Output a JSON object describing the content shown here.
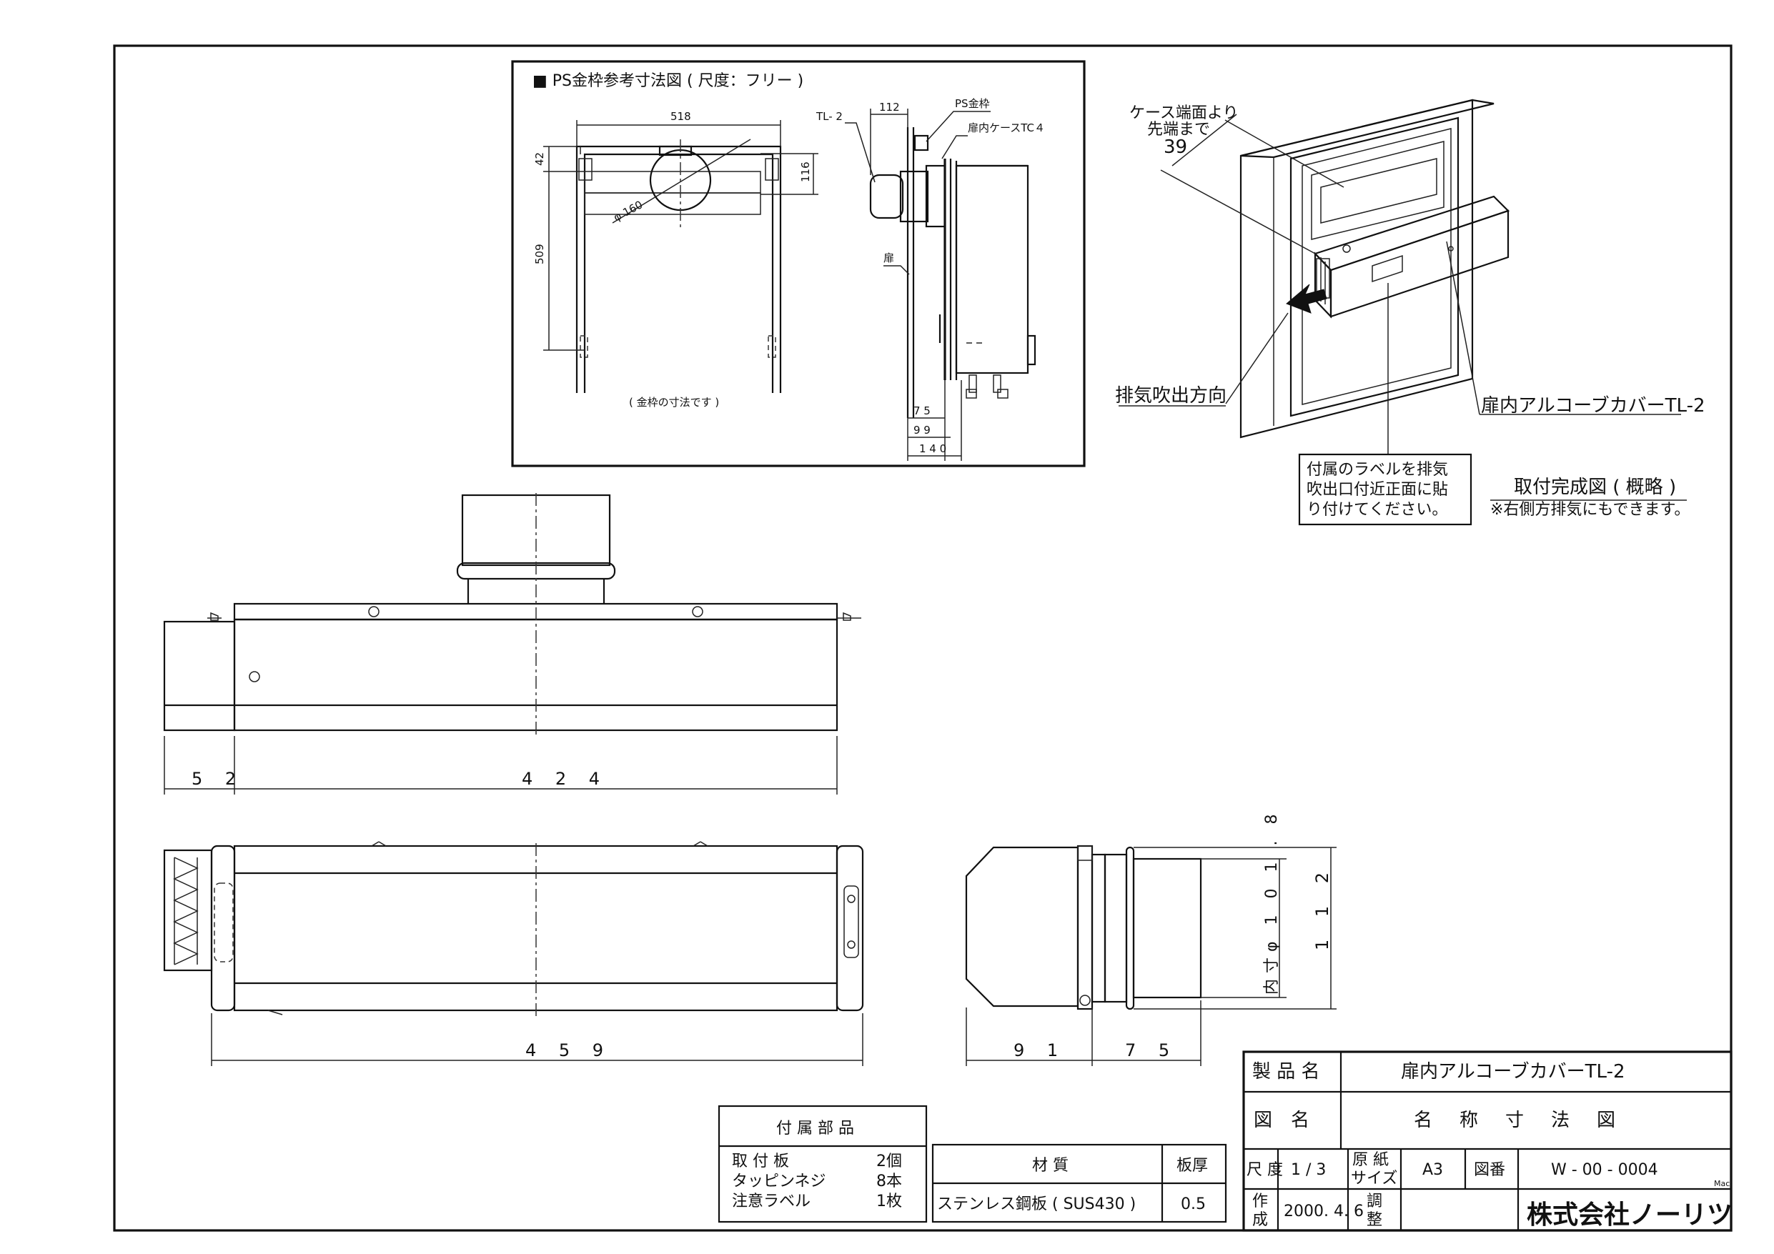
{
  "ps_inset": {
    "title": "■ PS金枠参考寸法図 ( 尺度：フリー )",
    "dim_518": "518",
    "dim_42": "42",
    "dim_509": "509",
    "dim_116": "116",
    "dim_phi160": "φ 160",
    "label_tl2": "TL- 2",
    "dim_112": "112",
    "label_ps_frame": "PS金枠",
    "label_door_case": "扉内ケースTC４",
    "label_door": "扉",
    "dim_75": "7 5",
    "dim_99": "9 9",
    "dim_140": "1 4 0",
    "note": "( 金枠の寸法です )"
  },
  "iso_view": {
    "note_case_line1": "ケース端面より",
    "note_case_line2": "先端まで",
    "dim_39": "39",
    "label_exhaust_dir": "排気吹出方向",
    "label_cover": "扉内アルコーブカバーTL-2",
    "label_sticker_line1": "付属のラベルを排気",
    "label_sticker_line2": "吹出口付近正面に貼",
    "label_sticker_line3": "り付けてください。",
    "complete_title": "取付完成図 ( 概略 )",
    "complete_note": "※右側方排気にもできます。"
  },
  "front_view": {
    "dim_52": "5 2",
    "dim_424": "4 2 4"
  },
  "top_view": {
    "dim_459": "4 5 9"
  },
  "side_view": {
    "dim_91": "9 1",
    "dim_75": "7 5",
    "dim_inner": "内寸φ 1 0 1 . 8",
    "dim_112": "1 1 2"
  },
  "accessories": {
    "header": "付 属 部 品",
    "rows": [
      {
        "name": "取 付 板",
        "qty": "2個"
      },
      {
        "name": "タッピンネジ",
        "qty": "8本"
      },
      {
        "name": "注意ラベル",
        "qty": "1枚"
      }
    ]
  },
  "material": {
    "header_material": "材 質",
    "header_thickness": "板厚",
    "material": "ステンレス鋼板 ( SUS430 )",
    "thickness": "0.5"
  },
  "title_block": {
    "product_label": "製 品 名",
    "product_name": "扉内アルコーブカバーTL-2",
    "drawing_label": "図　名",
    "drawing_name": "名　称　寸　法　図",
    "scale_label": "尺 度",
    "scale_value": "1 / 3",
    "paper_label_1": "原 紙",
    "paper_label_2": "サイズ",
    "paper_value": "A3",
    "number_label": "図番",
    "number_value": "W - 00 - 0004",
    "mac_label": "Mac",
    "created_label_1": "作",
    "created_label_2": "成",
    "created_value": "2000. 4. 6",
    "adjust_label_1": "調",
    "adjust_label_2": "整",
    "company": "株式会社ノーリツ"
  }
}
